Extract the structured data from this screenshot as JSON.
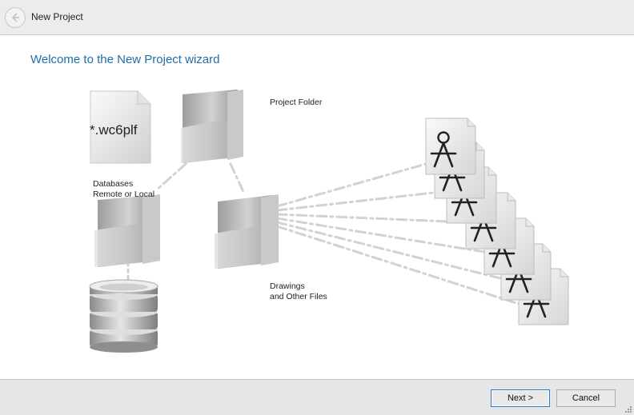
{
  "window": {
    "title": "New Project"
  },
  "header": {
    "heading": "Welcome to the New Project wizard"
  },
  "diagram": {
    "file_extension": "*.wc6plf",
    "label_project_folder": "Project Folder",
    "label_databases_line1": "Databases",
    "label_databases_line2": "Remote or Local",
    "label_drawings_line1": "Drawings",
    "label_drawings_line2": "and Other Files"
  },
  "footer": {
    "next_label": "Next >",
    "cancel_label": "Cancel"
  },
  "colors": {
    "heading": "#1f6fa8",
    "default_button_border": "#2a78c4"
  },
  "icons": [
    "back-arrow-icon",
    "file-icon",
    "folder-icon",
    "database-icon",
    "drawing-file-icon",
    "resize-grip-icon"
  ]
}
